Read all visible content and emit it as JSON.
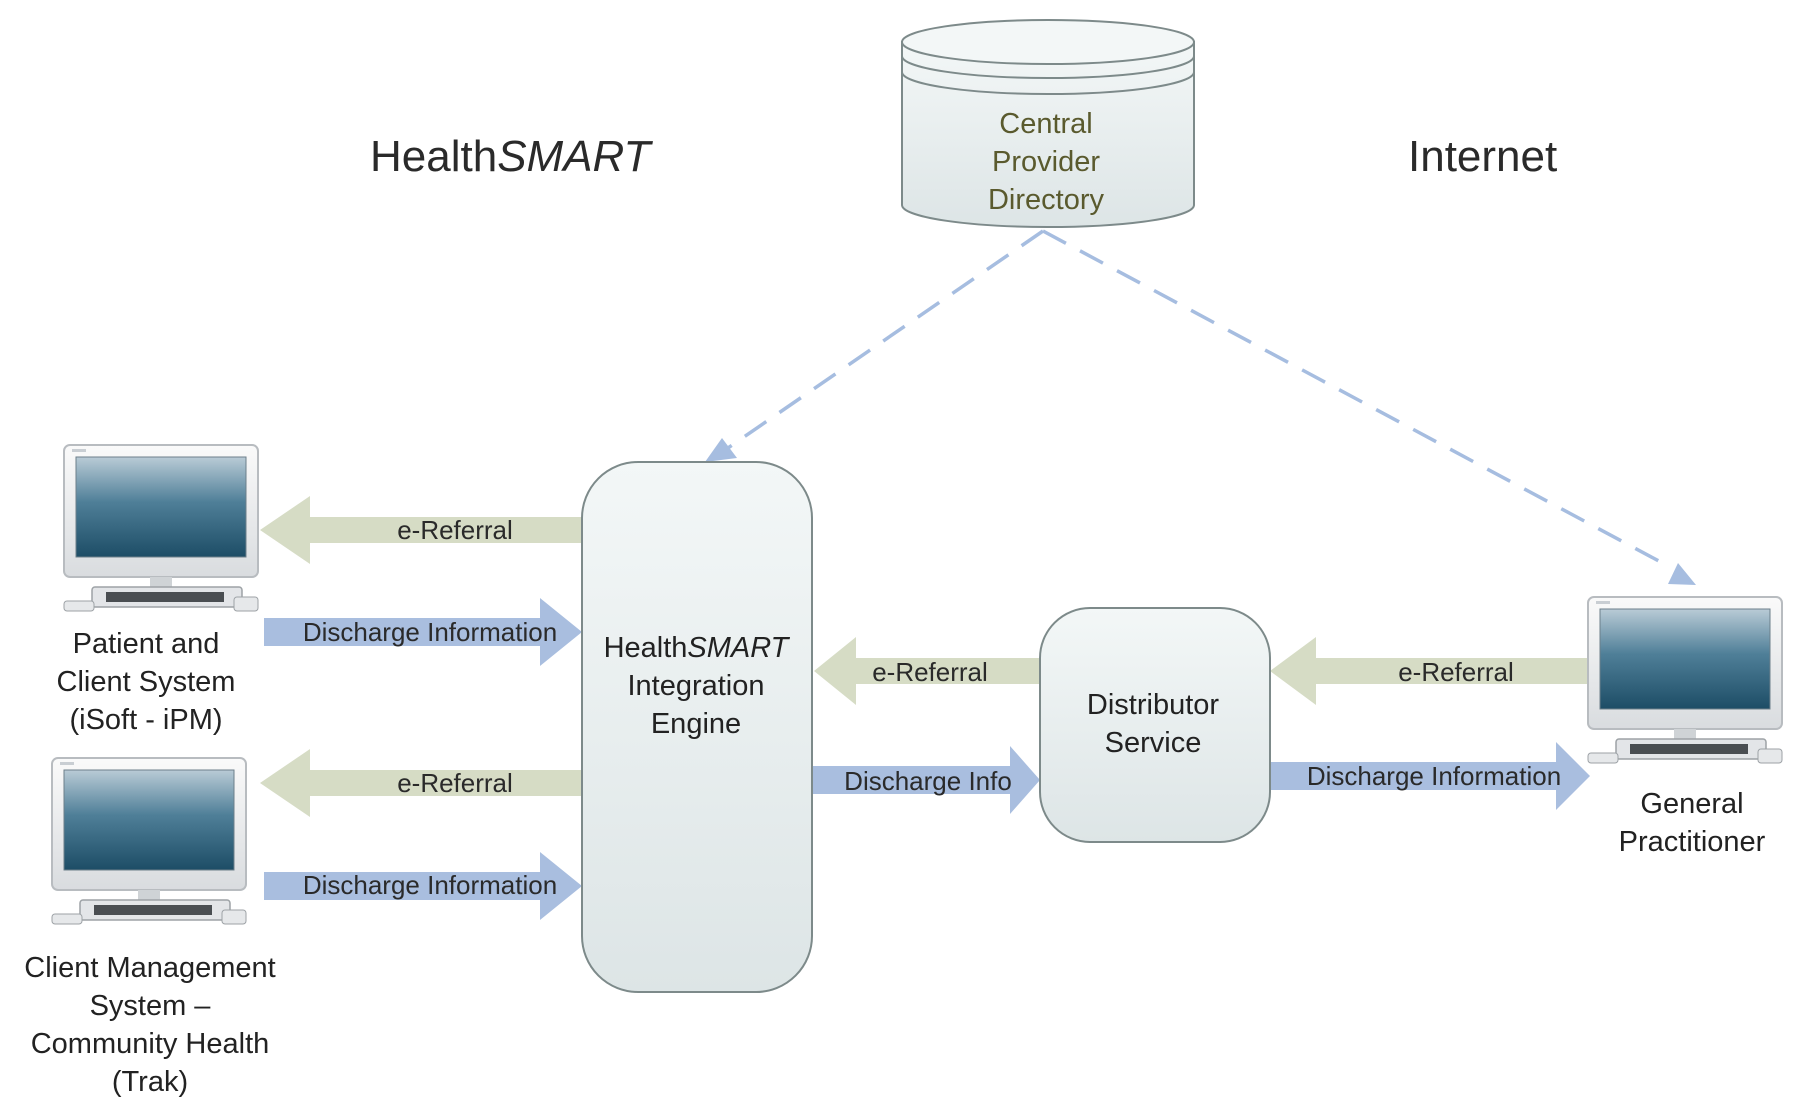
{
  "regions": {
    "healthsmart_prefix": "Health",
    "healthsmart_suffix": "SMART",
    "internet": "Internet"
  },
  "nodes": {
    "central_directory": [
      "Central",
      "Provider",
      "Directory"
    ],
    "integration_engine": {
      "line1_prefix": "Health",
      "line1_suffix": "SMART",
      "line2": "Integration",
      "line3": "Engine"
    },
    "distributor_service": [
      "Distributor",
      "Service"
    ],
    "patient_client_system": [
      "Patient and",
      "Client System",
      "(iSoft - iPM)"
    ],
    "client_management_system": [
      "Client Management",
      "System –",
      "Community Health",
      "(Trak)"
    ],
    "general_practitioner": [
      "General",
      "Practitioner"
    ]
  },
  "flows": {
    "referral_to_patient_system": "e-Referral",
    "discharge_from_patient_system": "Discharge Information",
    "referral_to_client_mgmt": "e-Referral",
    "discharge_from_client_mgmt": "Discharge Information",
    "referral_distributor_to_engine": "e-Referral",
    "discharge_engine_to_distributor": "Discharge Info",
    "referral_gp_to_distributor": "e-Referral",
    "discharge_distributor_to_gp": "Discharge Information"
  },
  "colors": {
    "referral_arrow": "#d6dcc5",
    "discharge_arrow": "#a9bedf",
    "dashed_link": "#a6bde0",
    "node_fill": "#e8eeee"
  }
}
